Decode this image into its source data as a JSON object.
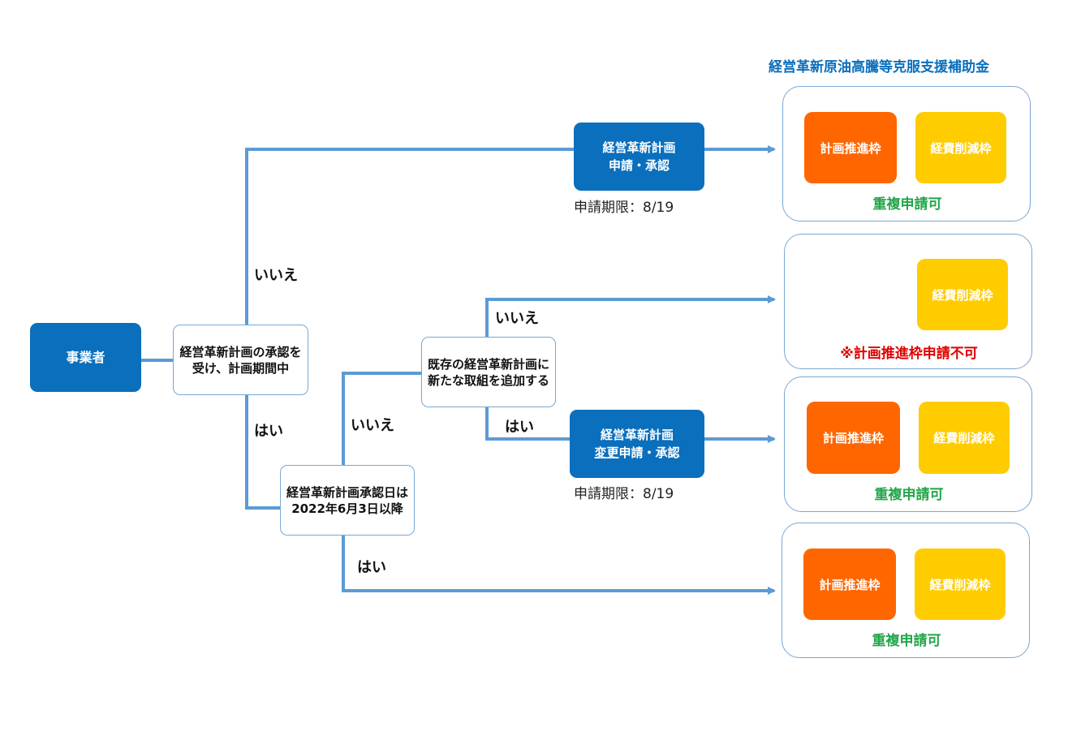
{
  "title": "経営革新原油高騰等克服支援補助金",
  "start": "事業者",
  "q1": "経営革新計画の承認を受け、計画期間中",
  "q2": "経営革新計画承認日は2022年6月3日以降",
  "q3": "既存の経営革新計画に新たな取組を追加する",
  "labels": {
    "no": "いいえ",
    "yes": "はい"
  },
  "action1": {
    "line1": "経営革新計画",
    "line2": "申請・承認",
    "deadline": "申請期限：8/19"
  },
  "action2": {
    "line1": "経営革新計画",
    "line2a": "変更",
    "line2b": "申請・承認",
    "deadline": "申請期限：8/19"
  },
  "tags": {
    "plan": "計画推進枠",
    "cost": "経費削減枠"
  },
  "notes": {
    "dual": "重複申請可",
    "no_plan": "※計画推進枠申請不可"
  },
  "colors": {
    "blue": "#0a6fbd",
    "line": "#5b9bd5",
    "orange": "#ff6600",
    "yellow": "#ffcc00",
    "green": "#22a64a",
    "red": "#e00000"
  }
}
